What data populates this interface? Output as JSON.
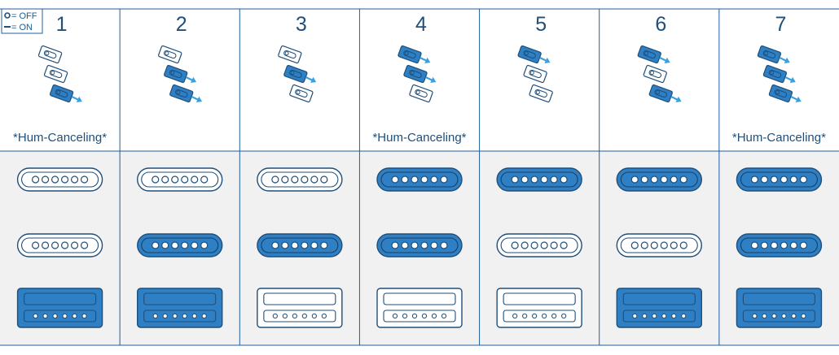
{
  "legend": {
    "off_label": "= OFF",
    "on_label": "= ON"
  },
  "colors": {
    "on_fill": "#2f7fc4",
    "off_fill": "#ffffff",
    "line": "#1f4f7a",
    "arrow": "#3ba0de",
    "frame": "#1f5fa0"
  },
  "positions": [
    {
      "number": "1",
      "note": "*Hum-Canceling*",
      "switches": [
        false,
        false,
        true
      ],
      "neck": false,
      "middle": false,
      "bridge": true
    },
    {
      "number": "2",
      "note": "",
      "switches": [
        false,
        true,
        true
      ],
      "neck": false,
      "middle": true,
      "bridge": true
    },
    {
      "number": "3",
      "note": "",
      "switches": [
        false,
        true,
        false
      ],
      "neck": false,
      "middle": true,
      "bridge": false
    },
    {
      "number": "4",
      "note": "*Hum-Canceling*",
      "switches": [
        true,
        true,
        false
      ],
      "neck": true,
      "middle": true,
      "bridge": false
    },
    {
      "number": "5",
      "note": "",
      "switches": [
        true,
        false,
        false
      ],
      "neck": true,
      "middle": false,
      "bridge": false
    },
    {
      "number": "6",
      "note": "",
      "switches": [
        true,
        false,
        true
      ],
      "neck": true,
      "middle": false,
      "bridge": true
    },
    {
      "number": "7",
      "note": "*Hum-Canceling*",
      "switches": [
        true,
        true,
        true
      ],
      "neck": true,
      "middle": true,
      "bridge": true
    }
  ]
}
